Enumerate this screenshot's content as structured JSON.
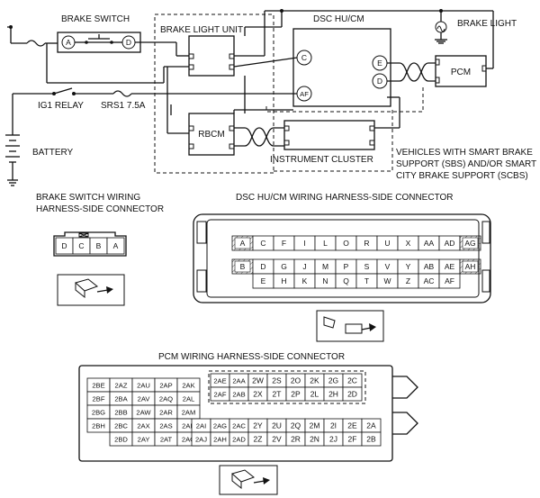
{
  "labels": {
    "brake_switch": "BRAKE SWITCH",
    "brake_light_unit": "BRAKE LIGHT UNIT",
    "dsc_hu_cm": "DSC HU/CM",
    "brake_light": "BRAKE LIGHT",
    "pcm": "PCM",
    "rbcm": "RBCM",
    "instrument_cluster": "INSTRUMENT CLUSTER",
    "ig1_relay": "IG1 RELAY",
    "srs1_fuse": "SRS1 7.5A",
    "battery": "BATTERY",
    "note_line1": "VEHICLES WITH SMART BRAKE",
    "note_line2": "SUPPORT (SBS) AND/OR SMART",
    "note_line3": "CITY BRAKE SUPPORT (SCBS)"
  },
  "terminals": {
    "switch_a": "A",
    "switch_d": "D",
    "dsc_c": "C",
    "dsc_af": "AF",
    "dsc_e": "E",
    "dsc_d": "D"
  },
  "brake_switch_connector": {
    "title_line1": "BRAKE SWITCH WIRING",
    "title_line2": "HARNESS-SIDE CONNECTOR",
    "pins": [
      "D",
      "C",
      "B",
      "A"
    ]
  },
  "dsc_connector": {
    "title": "DSC HU/CM WIRING HARNESS-SIDE CONNECTOR",
    "row1": [
      "A",
      "C",
      "F",
      "I",
      "L",
      "O",
      "R",
      "U",
      "X",
      "AA",
      "AD",
      "AG"
    ],
    "row2": [
      "B",
      "D",
      "G",
      "J",
      "M",
      "P",
      "S",
      "V",
      "Y",
      "AB",
      "AE",
      "AH"
    ],
    "row3": [
      "E",
      "H",
      "K",
      "N",
      "Q",
      "T",
      "W",
      "Z",
      "AC",
      "AF"
    ]
  },
  "pcm_connector": {
    "title": "PCM WIRING HARNESS-SIDE CONNECTOR",
    "left_rows": [
      [
        "2BE",
        "2AZ",
        "2AU",
        "2AP",
        "2AK"
      ],
      [
        "2BF",
        "2BA",
        "2AV",
        "2AQ",
        "2AL"
      ],
      [
        "2BG",
        "2BB",
        "2AW",
        "2AR",
        "2AM"
      ],
      [
        "2BH",
        "2BC",
        "2AX",
        "2AS",
        "2AN"
      ],
      [
        "2BD",
        "2AY",
        "2AT",
        "2AO"
      ]
    ],
    "right_top_rows": [
      [
        "2AE",
        "2AA",
        "2W",
        "2S",
        "2O",
        "2K",
        "2G",
        "2C"
      ],
      [
        "2AF",
        "2AB",
        "2X",
        "2T",
        "2P",
        "2L",
        "2H",
        "2D"
      ]
    ],
    "right_bottom_rows": [
      [
        "2AI",
        "2AG",
        "2AC",
        "2Y",
        "2U",
        "2Q",
        "2M",
        "2I",
        "2E",
        "2A"
      ],
      [
        "2AJ",
        "2AH",
        "2AD",
        "2Z",
        "2V",
        "2R",
        "2N",
        "2J",
        "2F",
        "2B"
      ]
    ]
  }
}
